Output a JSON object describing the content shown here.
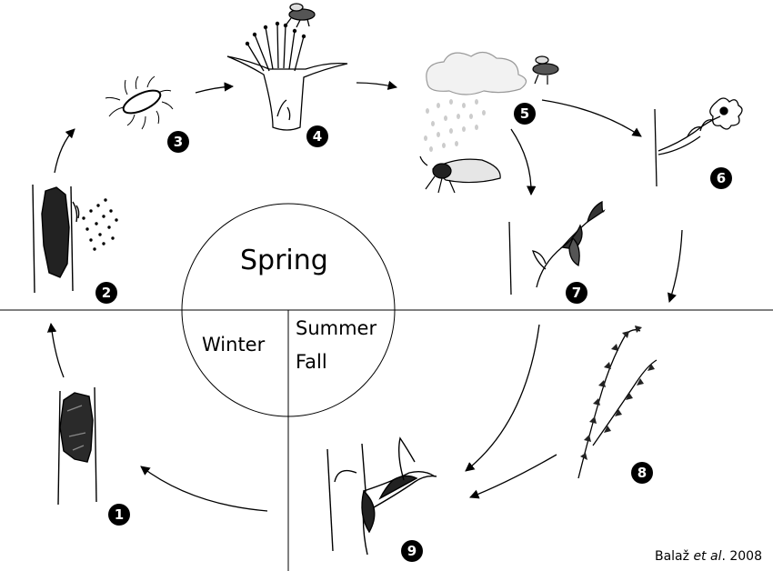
{
  "seasons": {
    "spring": "Spring",
    "winter": "Winter",
    "summer": "Summer",
    "fall": "Fall"
  },
  "stages": [
    {
      "number": "1",
      "icon": "bark-lesion-icon"
    },
    {
      "number": "2",
      "icon": "oozing-canker-icon"
    },
    {
      "number": "3",
      "icon": "bacterium-icon"
    },
    {
      "number": "4",
      "icon": "flower-with-bee-icon"
    },
    {
      "number": "5",
      "icon": "rain-cloud-bee-insect-icon"
    },
    {
      "number": "6",
      "icon": "infected-blossom-icon"
    },
    {
      "number": "7",
      "icon": "wilted-shoot-icon"
    },
    {
      "number": "8",
      "icon": "shepherds-crook-shoot-icon"
    },
    {
      "number": "9",
      "icon": "cankered-branch-icon"
    }
  ],
  "credit": {
    "author": "Balaž",
    "etal": "et al",
    "year": ". 2008"
  }
}
